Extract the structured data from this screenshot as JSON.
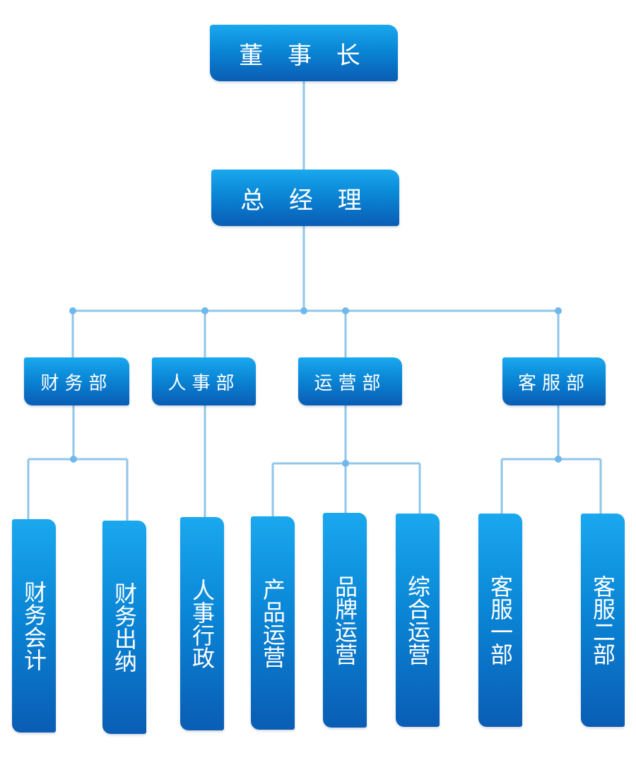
{
  "chart": {
    "chairman": "董 事 长",
    "general_manager": "总 经 理",
    "departments": [
      {
        "name": "财务部",
        "children": [
          "财务会计",
          "财务出纳"
        ]
      },
      {
        "name": "人事部",
        "children": [
          "人事行政"
        ]
      },
      {
        "name": "运营部",
        "children": [
          "产品运营",
          "品牌运营",
          "综合运营"
        ]
      },
      {
        "name": "客服部",
        "children": [
          "客服一部",
          "客服二部"
        ]
      }
    ]
  },
  "colors": {
    "box_top": "#1aa8ee",
    "box_bottom": "#0a5db4",
    "line": "#90c6ea",
    "dot": "#6fb8ec"
  }
}
